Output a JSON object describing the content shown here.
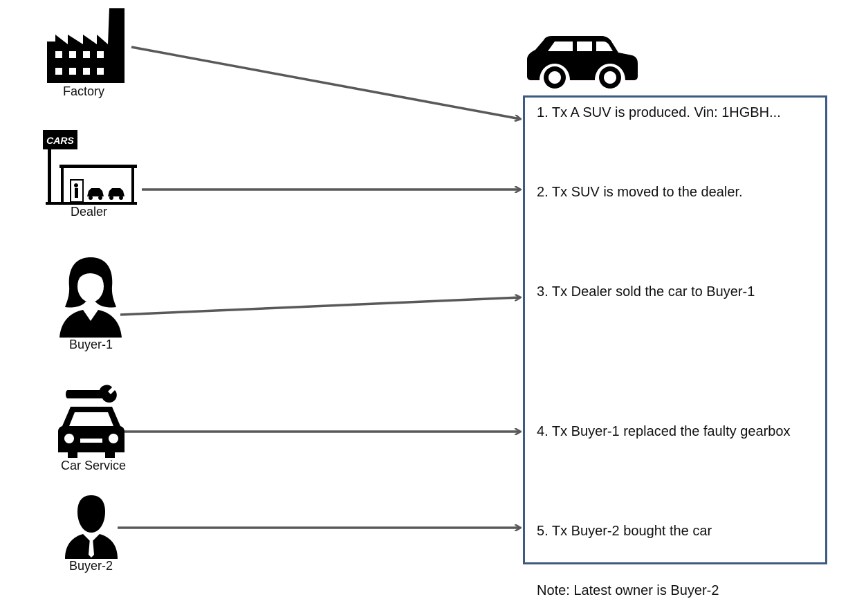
{
  "actors": {
    "factory": {
      "label": "Factory",
      "icon": "factory-icon"
    },
    "dealer": {
      "label": "Dealer",
      "icon": "car-dealership-icon",
      "sign_text": "CARS"
    },
    "buyer1": {
      "label": "Buyer-1",
      "icon": "woman-icon"
    },
    "car_service": {
      "label": "Car Service",
      "icon": "car-service-icon"
    },
    "buyer2": {
      "label": "Buyer-2",
      "icon": "businessman-icon"
    }
  },
  "asset": {
    "icon": "suv-icon"
  },
  "ledger": {
    "transactions": [
      {
        "text": "1. Tx A SUV is produced. Vin: 1HGBH..."
      },
      {
        "text": "2. Tx SUV is moved to the dealer."
      },
      {
        "text": "3. Tx Dealer sold the car to Buyer-1"
      },
      {
        "text": "4. Tx Buyer-1 replaced the faulty gearbox"
      },
      {
        "text": "5. Tx Buyer-2 bought the car"
      }
    ],
    "note": "Note: Latest owner is Buyer-2"
  },
  "colors": {
    "arrow": "#595959",
    "box_border": "#3d5a80",
    "icon": "#000000"
  }
}
